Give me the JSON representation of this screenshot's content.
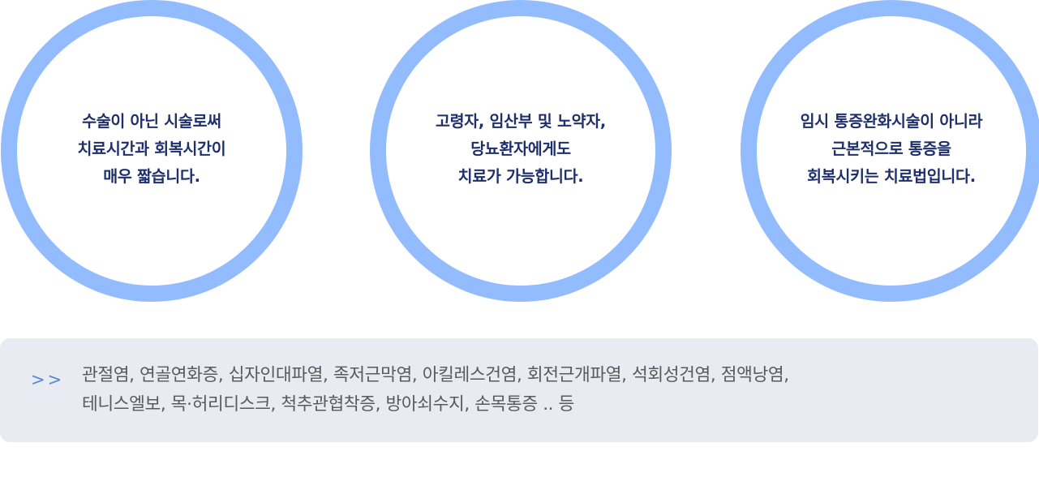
{
  "circles": [
    {
      "lines": [
        "수술이 아닌 시술로써",
        "치료시간과 회복시간이",
        "매우 짧습니다."
      ]
    },
    {
      "lines": [
        "고령자, 임산부 및 노약자,",
        "당뇨환자에게도",
        "치료가 가능합니다."
      ]
    },
    {
      "lines": [
        "임시 통증완화시술이 아니라",
        "근본적으로 통증을",
        "회복시키는 치료법입니다."
      ]
    }
  ],
  "conditions": {
    "arrow": ">>",
    "lines": [
      "관절염, 연골연화증, 십자인대파열, 족저근막염, 아킬레스건염, 회전근개파열, 석회성건염, 점액낭염,",
      "테니스엘보, 목·허리디스크, 척추관협착증, 방아쇠수지, 손목통증 .. 등"
    ]
  },
  "colors": {
    "ring": "#93bcff",
    "circle_text": "#1e2f6b",
    "box_background": "#e8ebf1",
    "arrow": "#5c87d6",
    "condition_text": "#5a5a5a"
  }
}
